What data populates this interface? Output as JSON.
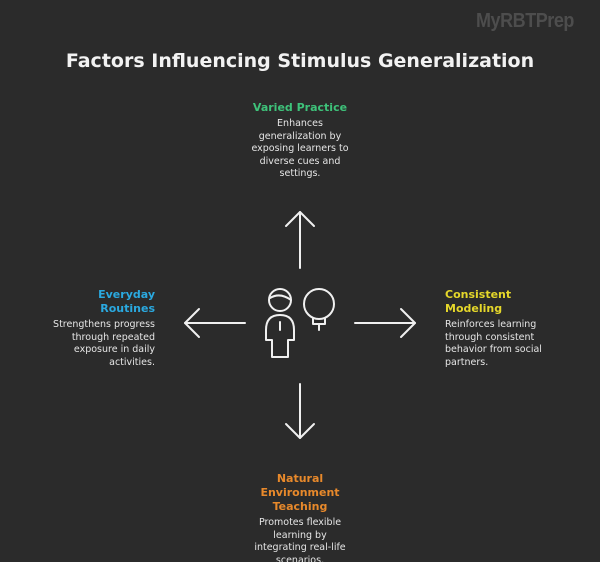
{
  "watermark": "MyRBTPrep",
  "title": "Factors Influencing Stimulus Generalization",
  "colors": {
    "top": "#3ec27a",
    "left": "#2aa9e0",
    "right": "#e5d72a",
    "bottom": "#e8892b"
  },
  "nodes": {
    "top": {
      "title": "Varied Practice",
      "desc": "Enhances generalization by exposing learners to diverse cues and settings."
    },
    "left": {
      "title": "Everyday Routines",
      "desc": "Strengthens progress through repeated exposure in daily activities."
    },
    "right": {
      "title": "Consistent Modeling",
      "desc": "Reinforces learning through consistent behavior from social partners."
    },
    "bottom": {
      "title": "Natural Environment Teaching",
      "desc": "Promotes flexible learning by integrating real-life scenarios."
    }
  }
}
